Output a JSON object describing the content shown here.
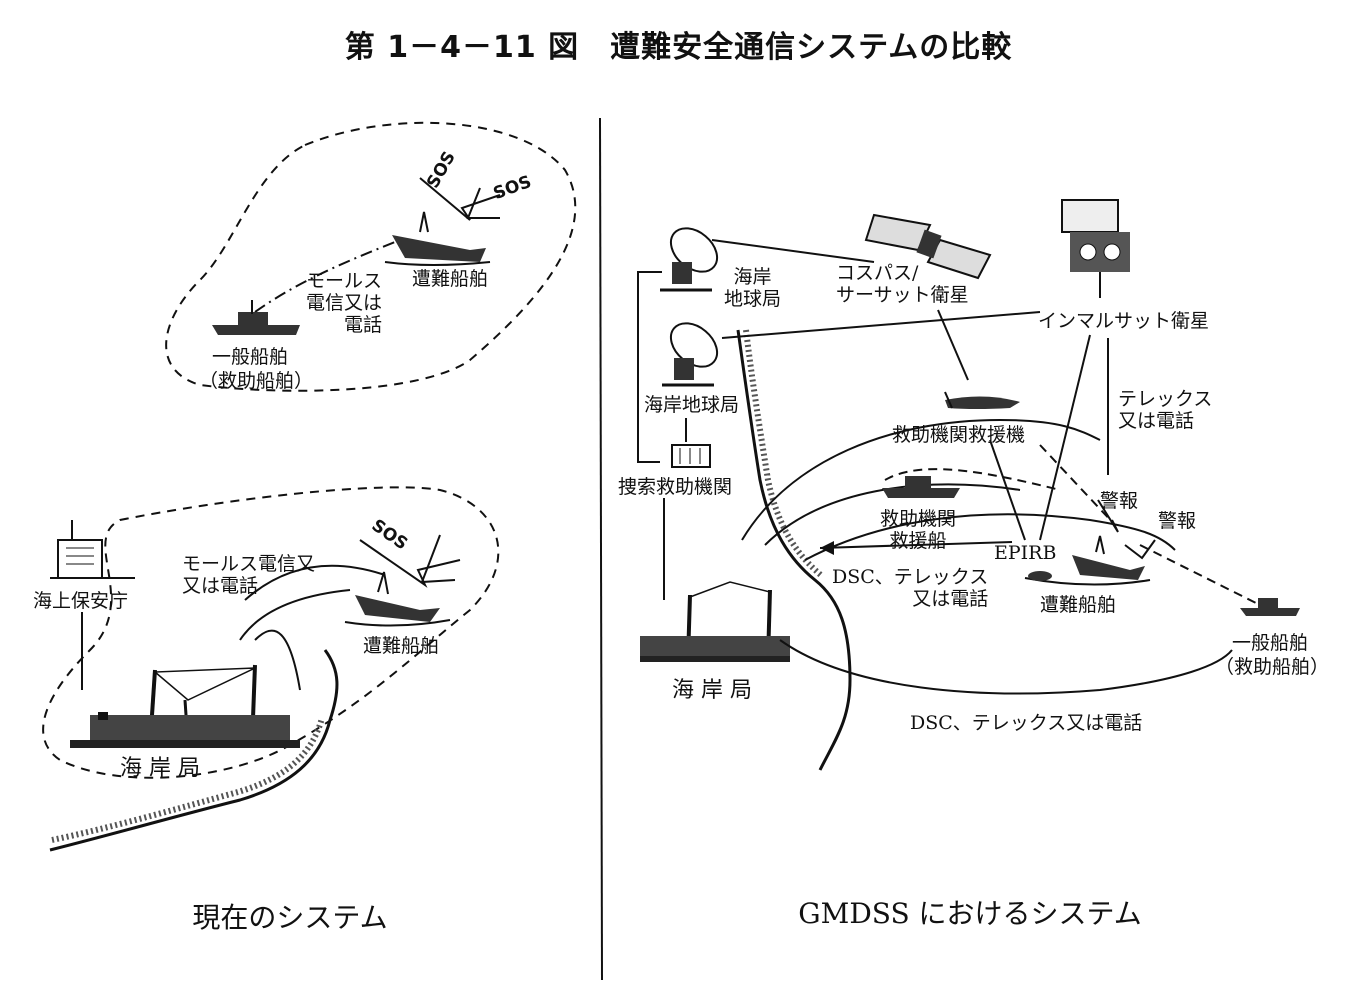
{
  "figure_title": "第 1－4－11 図　遭難安全通信システムの比較",
  "left_panel": {
    "caption": "現在のシステム",
    "sos": [
      "SOS",
      "SOS",
      "SOS"
    ],
    "top_group": {
      "distress_ship": "遭難船舶",
      "morse_label": "モールス\n電信又は\n電話",
      "general_ship": "一般船舶",
      "rescue_ship": "（救助船舶）"
    },
    "bottom_group": {
      "coast_guard": "海上保安庁",
      "morse_label": "モールス電信又\n又は電話",
      "distress_ship": "遭難船舶",
      "coast_station": "海 岸 局"
    }
  },
  "right_panel": {
    "caption": "GMDSS におけるシステム",
    "coast_earth_station_1": "海岸\n地球局",
    "cospas_sarsat": "コスパス/\nサーサット衛星",
    "inmarsat": "インマルサット衛星",
    "coast_earth_station_2": "海岸地球局",
    "rescue_aircraft": "救助機関救援機",
    "sar_agency": "捜索救助機関",
    "telex_or_phone": "テレックス\n又は電話",
    "alert_1": "警報",
    "alert_2": "警報",
    "rescue_vessel": "救助機関\n救援船",
    "epirb": "EPIRB",
    "dsc_telex_near": "DSC、テレックス\n又は電話",
    "distress_ship": "遭難船舶",
    "coast_station": "海 岸 局",
    "general_ship": "一般船舶",
    "rescue_ship": "（救助船舶）",
    "dsc_telex_bottom": "DSC、テレックス又は電話"
  }
}
